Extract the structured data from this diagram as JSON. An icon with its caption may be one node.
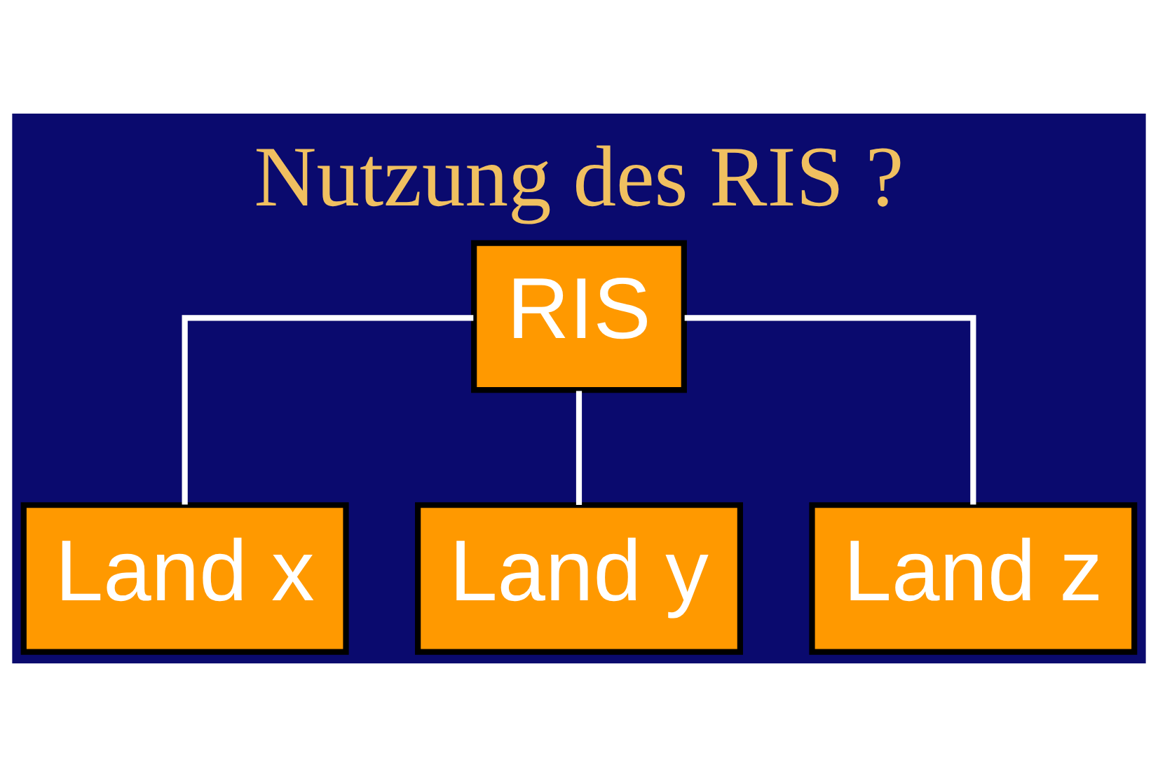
{
  "diagram": {
    "title": "Nutzung des RIS ?",
    "nodes": [
      {
        "text": [
          "RIS"
        ]
      },
      {
        "text": [
          "Land x"
        ]
      },
      {
        "text": [
          "Land y"
        ]
      },
      {
        "text": [
          "Land z"
        ]
      }
    ],
    "edges": [
      {
        "from": 0,
        "to": 1,
        "arrow": "none"
      },
      {
        "from": 0,
        "to": 2,
        "arrow": "none"
      },
      {
        "from": 0,
        "to": 3,
        "arrow": "none"
      }
    ]
  }
}
